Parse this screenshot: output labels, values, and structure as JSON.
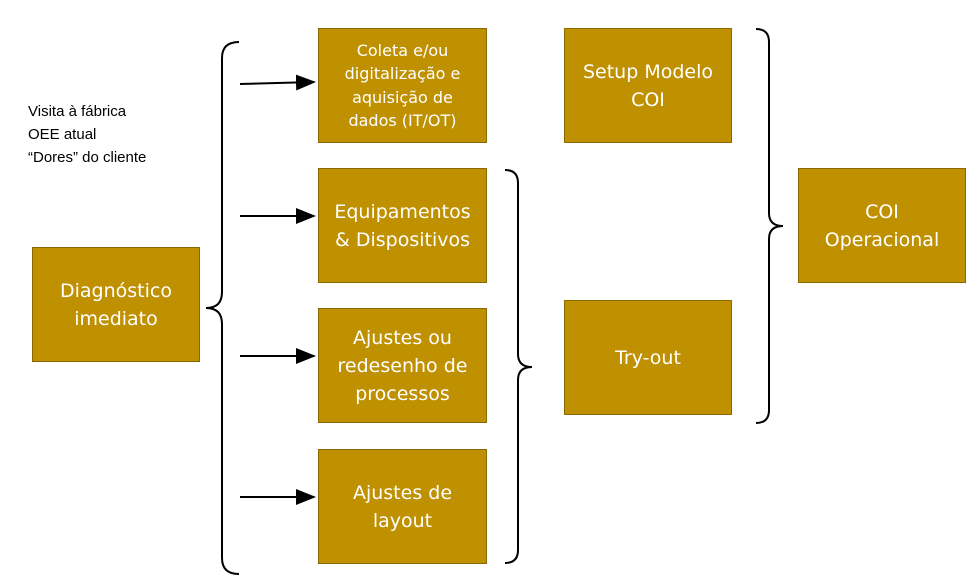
{
  "notes": {
    "line1": "Visita à fábrica",
    "line2": "OEE atual",
    "line3": "“Dores” do cliente"
  },
  "boxes": {
    "diagnostico": "Diagnóstico\nimediato",
    "coleta": "Coleta e/ou\ndigitalização e\naquisição de\ndados (IT/OT)",
    "equipamentos": "Equipamentos\n& Dispositivos",
    "ajustes_processos": "Ajustes ou\nredesenho de\nprocessos",
    "ajustes_layout": "Ajustes de\nlayout",
    "setup": "Setup Modelo\nCOI",
    "tryout": "Try-out",
    "coi": "COI\nOperacional"
  },
  "colors": {
    "box_fill": "#bf9000",
    "box_text": "#ffffff",
    "connector": "#000000"
  }
}
